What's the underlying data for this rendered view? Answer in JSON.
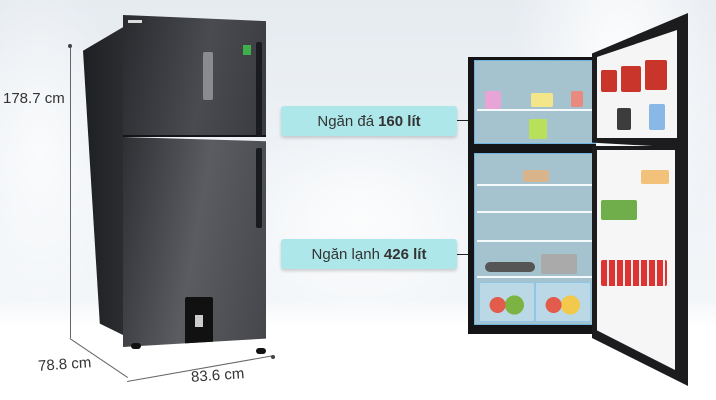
{
  "dimensions": {
    "height": "178.7 cm",
    "depth": "78.8 cm",
    "width": "83.6 cm"
  },
  "callouts": [
    {
      "label": "Ngăn đá",
      "value": "160 lít"
    },
    {
      "label": "Ngăn lạnh",
      "value": "426 lít"
    }
  ],
  "colors": {
    "callout_bg": "#aee7ea",
    "compartment_highlight": "#6fb4de",
    "fridge_body": "#3a3b40"
  }
}
